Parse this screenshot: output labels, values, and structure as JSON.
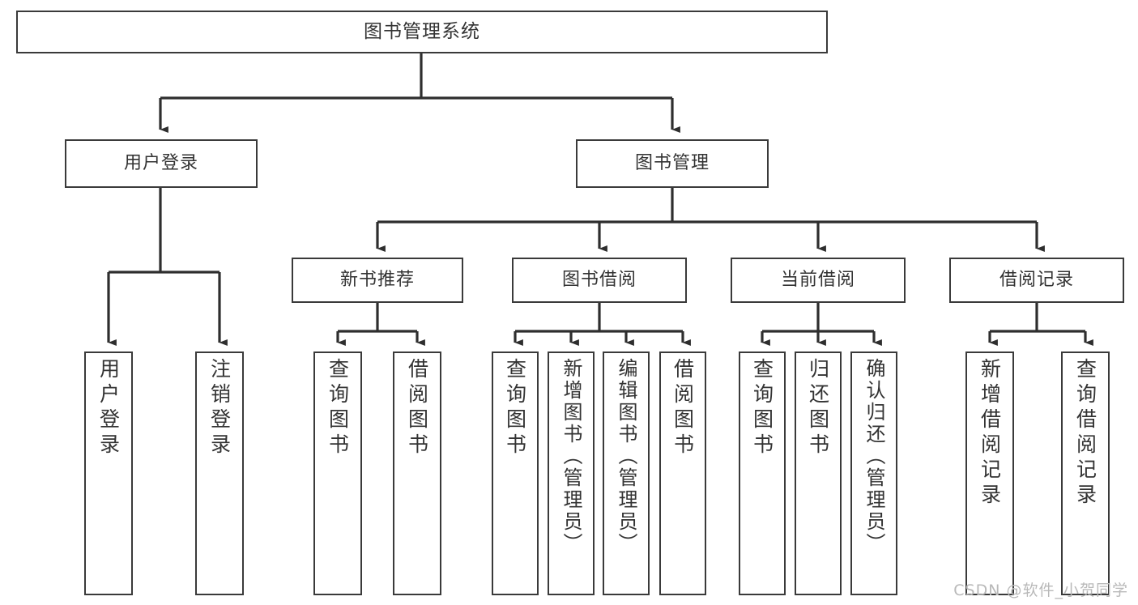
{
  "diagram": {
    "title_node": {
      "label": "图书管理系统"
    },
    "level2": [
      {
        "key": "user_login",
        "label": "用户登录"
      },
      {
        "key": "book_manage",
        "label": "图书管理"
      }
    ],
    "level3": [
      {
        "key": "new_book_rec",
        "label": "新书推荐"
      },
      {
        "key": "book_borrow",
        "label": "图书借阅"
      },
      {
        "key": "current_borrow",
        "label": "当前借阅"
      },
      {
        "key": "borrow_record",
        "label": "借阅记录"
      }
    ],
    "leaves": [
      {
        "key": "leaf_user_login",
        "label": "用户登录"
      },
      {
        "key": "leaf_user_logout",
        "label": "注销登录"
      },
      {
        "key": "leaf_query_book_1",
        "label": "查询图书"
      },
      {
        "key": "leaf_borrow_book_1",
        "label": "借阅图书"
      },
      {
        "key": "leaf_query_book_2",
        "label": "查询图书"
      },
      {
        "key": "leaf_add_book",
        "label": "新增图书（管理员）"
      },
      {
        "key": "leaf_edit_book",
        "label": "编辑图书（管理员）"
      },
      {
        "key": "leaf_borrow_book_2",
        "label": "借阅图书"
      },
      {
        "key": "leaf_query_book_3",
        "label": "查询图书"
      },
      {
        "key": "leaf_return_book",
        "label": "归还图书"
      },
      {
        "key": "leaf_confirm_return",
        "label": "确认归还（管理员）"
      },
      {
        "key": "leaf_add_record",
        "label": "新增借阅记录"
      },
      {
        "key": "leaf_query_record",
        "label": "查询借阅记录"
      }
    ]
  },
  "watermark": {
    "text": "CSDN @软件_小贺同学"
  },
  "colors": {
    "border": "#3a3a3a",
    "text": "#333333",
    "background": "#ffffff",
    "watermark": "#b9b9b9"
  }
}
